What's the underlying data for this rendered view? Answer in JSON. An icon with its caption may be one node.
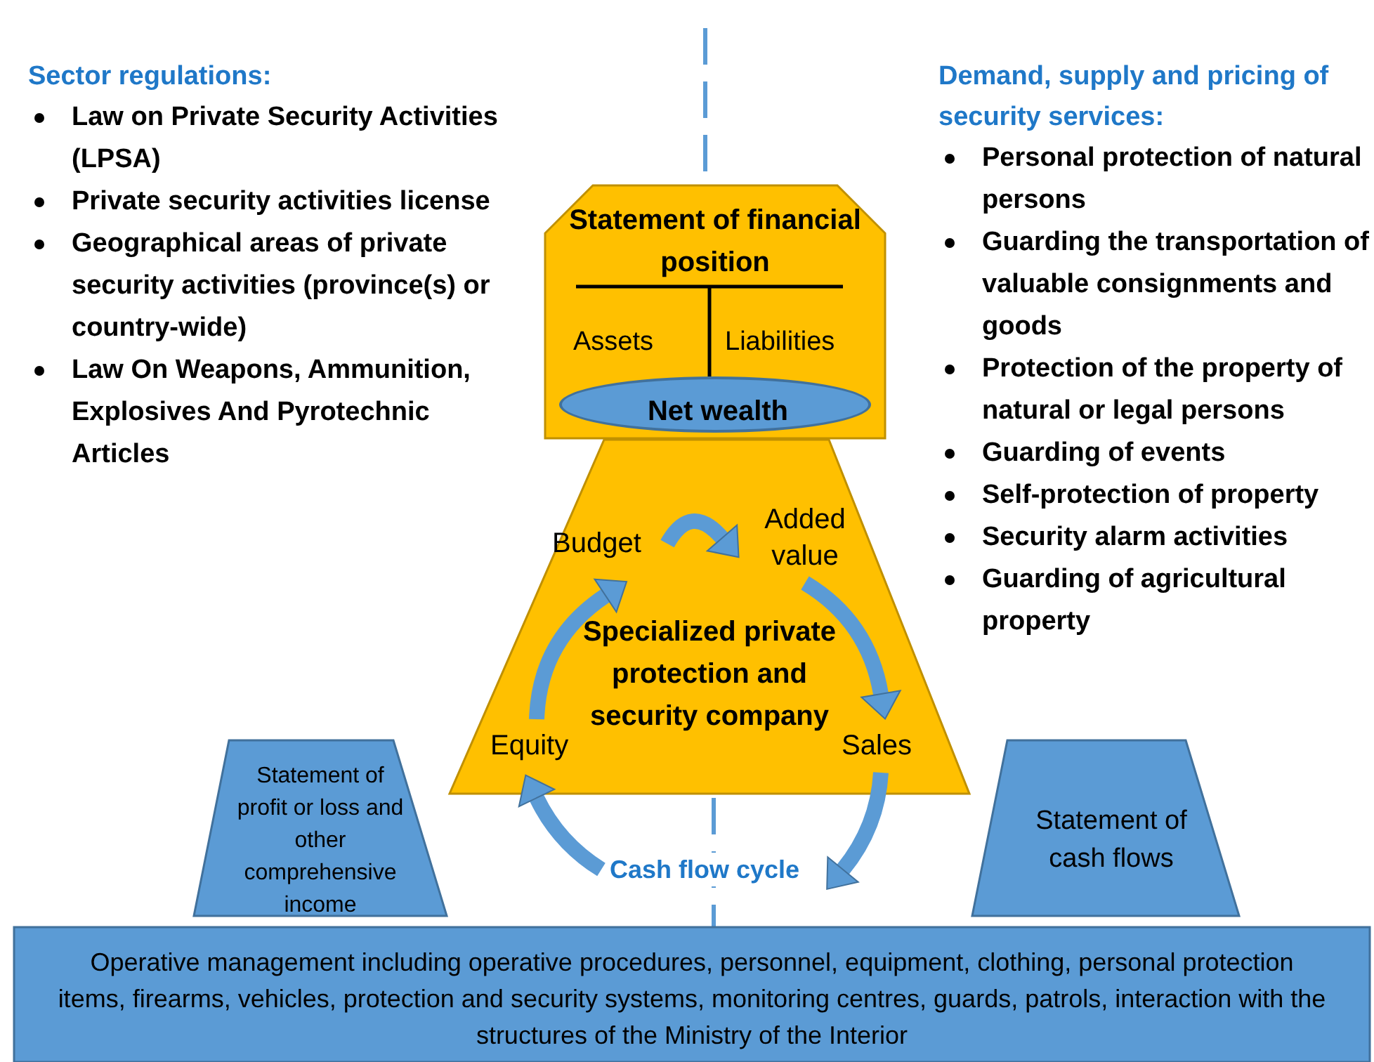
{
  "diagram": {
    "nodes": [
      {
        "text": [
          "Statement of financial position",
          "Assets",
          "Liabilities"
        ]
      },
      {
        "text": [
          "Net wealth"
        ],
        "in": 0
      },
      {
        "text": [
          "Specialized private protection and security company"
        ]
      },
      {
        "text": [
          "Budget"
        ],
        "in": 2
      },
      {
        "text": [
          "Added value"
        ],
        "in": 2
      },
      {
        "text": [
          "Sales"
        ],
        "in": 2
      },
      {
        "text": [
          "Equity"
        ],
        "in": 2
      },
      {
        "text": [
          "Cash flow cycle"
        ]
      },
      {
        "text": [
          "Statement of profit or loss and other comprehensive income"
        ]
      },
      {
        "text": [
          "Statement of cash flows"
        ]
      },
      {
        "text": [
          "Operative management including operative procedures, personnel, equipment, clothing, personal protection items, firearms, vehicles, protection and security systems, monitoring centres, guards, patrols, interaction with the structures of the Ministry of the Interior"
        ]
      }
    ],
    "edges": [
      {
        "from": 3,
        "to": 4,
        "arrow": "to"
      },
      {
        "from": 4,
        "to": 5,
        "arrow": "to"
      },
      {
        "from": 5,
        "to": 7,
        "arrow": "to"
      },
      {
        "from": 7,
        "to": 6,
        "arrow": "to"
      },
      {
        "from": 6,
        "to": 3,
        "arrow": "to"
      }
    ],
    "labels": [
      "Sector regulations:",
      "Law on Private Security Activities (LPSA)",
      "Private security activities license",
      "Geographical areas of private security activities (province(s) or country-wide)",
      "Law On Weapons, Ammunition, Explosives And Pyrotechnic Articles",
      "Demand, supply and pricing of security services:",
      "Personal protection of natural persons",
      "Guarding the transportation of valuable consignments and goods",
      "Protection of the property of natural or legal persons",
      "Guarding of events",
      "Self-protection of property",
      "Security alarm activities",
      "Guarding of agricultural property"
    ]
  }
}
